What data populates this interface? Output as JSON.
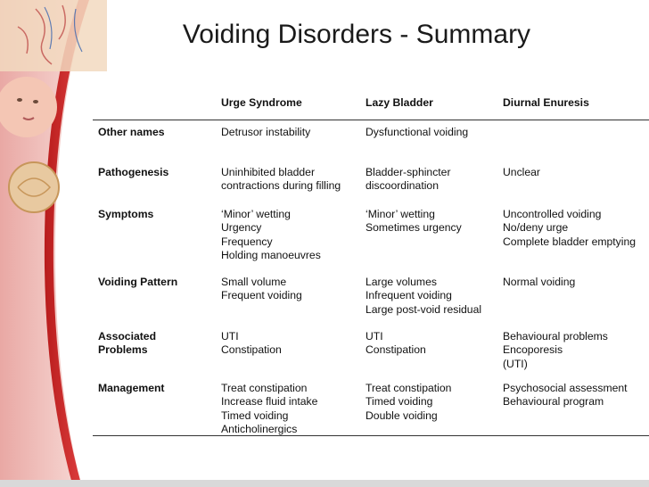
{
  "slide": {
    "title": "Voiding Disorders - Summary"
  },
  "table": {
    "headers": [
      "",
      "Urge Syndrome",
      "Lazy Bladder",
      "Diurnal Enuresis"
    ],
    "rows": [
      {
        "label": [
          "Other names"
        ],
        "urge": [
          "Detrusor instability"
        ],
        "lazy": [
          "Dysfunctional voiding"
        ],
        "diurnal": []
      },
      {
        "label": [
          "Pathogenesis"
        ],
        "urge": [
          "Uninhibited bladder",
          "contractions during filling"
        ],
        "lazy": [
          "Bladder-sphincter",
          "discoordination"
        ],
        "diurnal": [
          "Unclear"
        ]
      },
      {
        "label": [
          "Symptoms"
        ],
        "urge": [
          "‘Minor’ wetting",
          "Urgency",
          "Frequency",
          "Holding manoeuvres"
        ],
        "lazy": [
          "‘Minor’ wetting",
          "Sometimes urgency"
        ],
        "diurnal": [
          "Uncontrolled voiding",
          "No/deny urge",
          "Complete bladder emptying"
        ]
      },
      {
        "label": [
          "Voiding Pattern"
        ],
        "urge": [
          "Small volume",
          "Frequent voiding"
        ],
        "lazy": [
          "Large volumes",
          "Infrequent voiding",
          "Large post-void residual"
        ],
        "diurnal": [
          "Normal voiding"
        ]
      },
      {
        "label": [
          "Associated",
          "Problems"
        ],
        "urge": [
          "UTI",
          "Constipation"
        ],
        "lazy": [
          "UTI",
          "Constipation"
        ],
        "diurnal": [
          "Behavioural problems",
          "Encoporesis",
          "(UTI)"
        ]
      },
      {
        "label": [
          "Management"
        ],
        "urge": [
          "Treat constipation",
          "Increase fluid intake",
          "Timed voiding",
          "Anticholinergics"
        ],
        "lazy": [
          "Treat constipation",
          "Timed voiding",
          "Double voiding"
        ],
        "diurnal": [
          "Psychosocial assessment",
          "Behavioural program"
        ]
      }
    ]
  },
  "colors": {
    "accent_red": "#d42a2a",
    "pink_panel": "#f3c8c4",
    "rule": "#333333"
  }
}
